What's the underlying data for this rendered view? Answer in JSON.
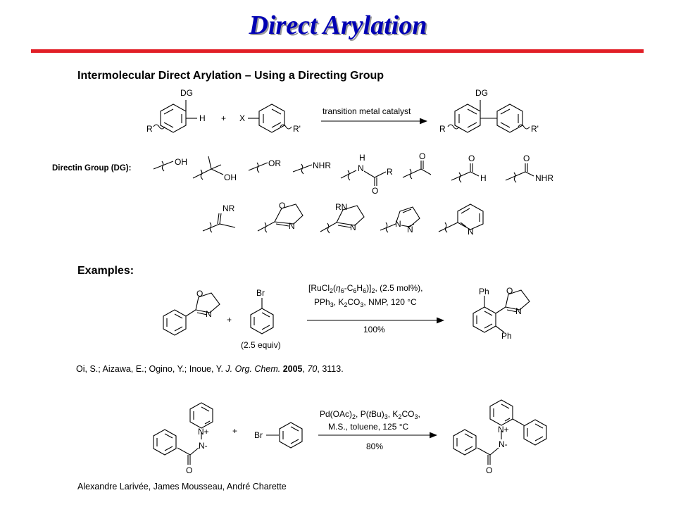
{
  "title": "Direct Arylation",
  "subtitle": "Intermolecular Direct Arylation – Using a Directing Group",
  "general_scheme": {
    "arrow_label": "transition metal catalyst",
    "plus": "+",
    "sm_labels": {
      "dg": "DG",
      "h": "H",
      "r": "R"
    },
    "halide_labels": {
      "x": "X",
      "rp": "R'"
    },
    "prod_labels": {
      "dg": "DG",
      "r": "R",
      "rp": "R'"
    }
  },
  "dg_label": "Directin Group (DG):",
  "dg_groups": {
    "oh": "OH",
    "tert_oh": "OH",
    "or": "OR",
    "nhr": "NHR",
    "amide_h": "H",
    "amide_n": "N",
    "amide_o": "O",
    "amide_r": "R",
    "ketone_o": "O",
    "ald_o": "O",
    "ald_h": "H",
    "camide_o": "O",
    "camide_nhr": "NHR",
    "imine_nr": "NR",
    "oxaz_o": "O",
    "oxaz_n": "N",
    "imid_rn": "RN",
    "imid_n": "N",
    "pyraz_n1": "N",
    "pyraz_n2": "N",
    "pyr_n": "N"
  },
  "examples_label": "Examples:",
  "example1": {
    "oxazoline_o": "O",
    "oxazoline_n": "N",
    "br": "Br",
    "equiv": "(2.5 equiv)",
    "plus": "+",
    "cond_line1_a": "[RuCl",
    "cond_line1_b": "2",
    "cond_line1_c": "(",
    "cond_line1_eta": "η",
    "cond_line1_d": "6",
    "cond_line1_e": "-C",
    "cond_line1_f": "6",
    "cond_line1_g": "H",
    "cond_line1_h": "6",
    "cond_line1_i": ")]",
    "cond_line1_j": "2",
    "cond_line1_k": ", (2.5 mol%),",
    "cond_line2_a": "PPh",
    "cond_line2_b": "3",
    "cond_line2_c": ", K",
    "cond_line2_d": "2",
    "cond_line2_e": "CO",
    "cond_line2_f": "3",
    "cond_line2_g": ", NMP, 120 °C",
    "yield": "100%",
    "prod_ph1": "Ph",
    "prod_ph2": "Ph",
    "prod_o": "O",
    "prod_n": "N"
  },
  "reference": {
    "authors": "Oi, S.; Aizawa, E.; Ogino, Y.; Inoue, Y.",
    "journal": "J. Org. Chem.",
    "year": "2005",
    "vol": "70",
    "pages": ", 3113."
  },
  "example2": {
    "n_plus": "N+",
    "n_minus": "N-",
    "o": "O",
    "plus": "+",
    "br": "Br",
    "cond_line1_a": "Pd(OAc)",
    "cond_line1_b": "2",
    "cond_line1_c": ", P(",
    "cond_line1_d": "t",
    "cond_line1_e": "Bu)",
    "cond_line1_f": "3",
    "cond_line1_g": ", K",
    "cond_line1_h": "2",
    "cond_line1_i": "CO",
    "cond_line1_j": "3",
    "cond_line1_k": ",",
    "cond_line2": "M.S., toluene, 125 °C",
    "yield": "80%",
    "prod_n_plus": "N+",
    "prod_n_minus": "N-",
    "prod_o": "O"
  },
  "authors_footer": "Alexandre Larivée,  James Mousseau, André Charette"
}
